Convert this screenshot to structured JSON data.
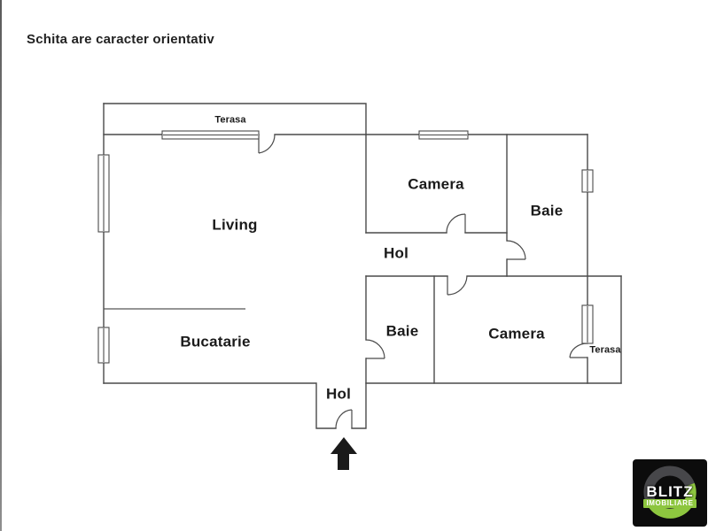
{
  "disclaimer": "Schita are caracter orientativ",
  "plan": {
    "labels": [
      {
        "id": "terasa-top",
        "text": "Terasa"
      },
      {
        "id": "living",
        "text": "Living"
      },
      {
        "id": "camera-top",
        "text": "Camera"
      },
      {
        "id": "baie-top",
        "text": "Baie"
      },
      {
        "id": "hol-central",
        "text": "Hol"
      },
      {
        "id": "bucatarie",
        "text": "Bucatarie"
      },
      {
        "id": "baie-bottom",
        "text": "Baie"
      },
      {
        "id": "camera-bottom",
        "text": "Camera"
      },
      {
        "id": "terasa-right",
        "text": "Terasa"
      },
      {
        "id": "hol-entrance",
        "text": "Hol"
      }
    ],
    "icons": {
      "entrance_arrow": "black-up-arrow-entrance-marker"
    }
  },
  "logo": {
    "brand": "BLITZ",
    "subtitle": "IMOBILIARE"
  },
  "colors": {
    "wall": "#4a4a4a",
    "text": "#1a1a1a",
    "logo_green": "#8dc63f",
    "logo_background": "#0c0c0c"
  }
}
